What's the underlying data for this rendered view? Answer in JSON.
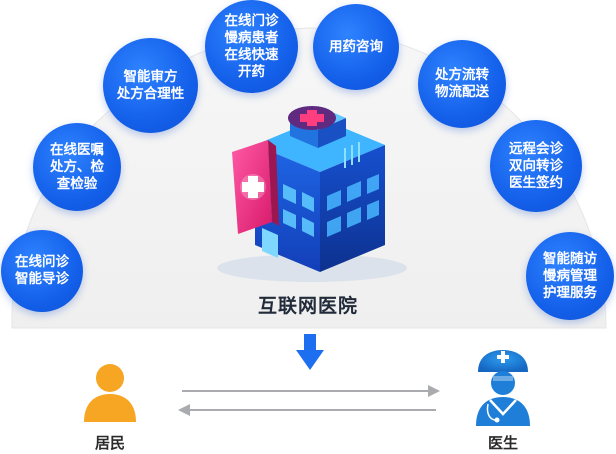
{
  "hub": {
    "label": "互联网医院"
  },
  "services": [
    {
      "id": "consult-triage",
      "text": "在线问诊\n智能导诊"
    },
    {
      "id": "orders-exams",
      "text": "在线医嘱\n处方、检\n查检验"
    },
    {
      "id": "prescription-review",
      "text": "智能审方\n处方合理性"
    },
    {
      "id": "online-outpatient",
      "text": "在线门诊\n慢病患者\n在线快速\n开药"
    },
    {
      "id": "medication-consult",
      "text": "用药咨询"
    },
    {
      "id": "prescription-logistics",
      "text": "处方流转\n物流配送"
    },
    {
      "id": "remote-referral",
      "text": "远程会诊\n双向转诊\n医生签约"
    },
    {
      "id": "followup-care",
      "text": "智能随访\n慢病管理\n护理服务"
    }
  ],
  "parties": {
    "resident": "居民",
    "doctor": "医生"
  },
  "colors": {
    "bubble": "#1565eb",
    "arrow_down": "#1e6ff0",
    "flow_arrow": "#a9abae",
    "resident": "#f7a623",
    "doctor": "#1f7fd8",
    "cloud": "#f4f4f4"
  },
  "icons": [
    "hospital-building-icon",
    "medical-cross-icon",
    "resident-person-icon",
    "doctor-nurse-icon",
    "down-arrow-icon"
  ]
}
